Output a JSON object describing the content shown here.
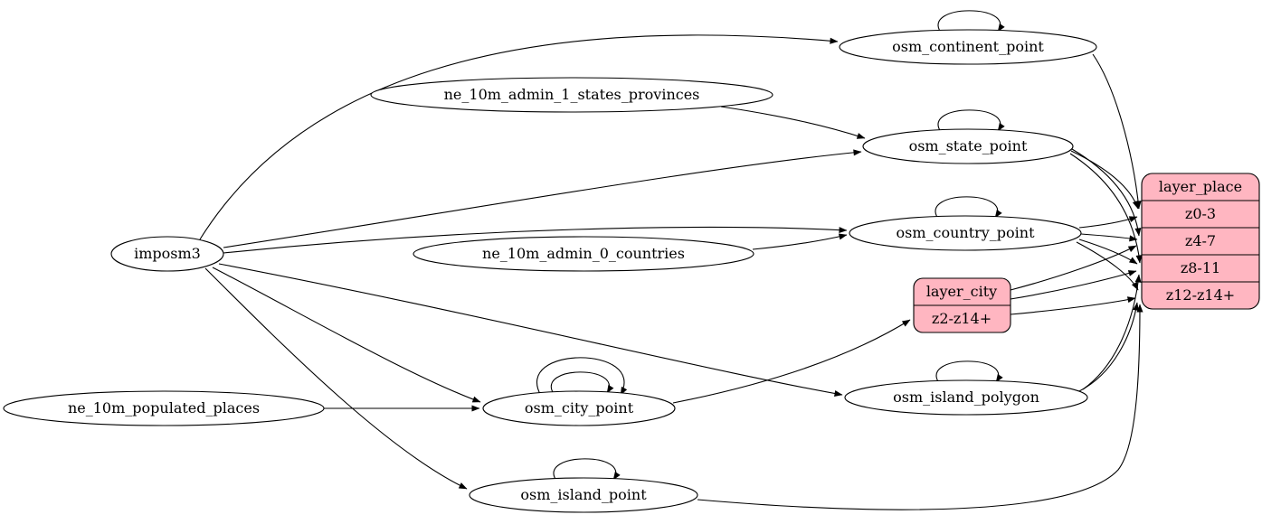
{
  "colors": {
    "node_fill": "#ffffff",
    "record_fill": "#ffb6c1",
    "stroke": "#000000"
  },
  "nodes": {
    "imposm3": {
      "label": "imposm3"
    },
    "ne_10m_admin_1_states_provinces": {
      "label": "ne_10m_admin_1_states_provinces"
    },
    "ne_10m_admin_0_countries": {
      "label": "ne_10m_admin_0_countries"
    },
    "ne_10m_populated_places": {
      "label": "ne_10m_populated_places"
    },
    "osm_continent_point": {
      "label": "osm_continent_point"
    },
    "osm_state_point": {
      "label": "osm_state_point"
    },
    "osm_country_point": {
      "label": "osm_country_point"
    },
    "osm_island_polygon": {
      "label": "osm_island_polygon"
    },
    "osm_city_point": {
      "label": "osm_city_point"
    },
    "osm_island_point": {
      "label": "osm_island_point"
    }
  },
  "records": {
    "layer_place": {
      "title": "layer_place",
      "rows": [
        "z0-3",
        "z4-7",
        "z8-11",
        "z12-z14+"
      ]
    },
    "layer_city": {
      "title": "layer_city",
      "rows": [
        "z2-z14+"
      ]
    }
  },
  "edges": [
    {
      "from": "imposm3",
      "to": "osm_continent_point"
    },
    {
      "from": "imposm3",
      "to": "osm_state_point"
    },
    {
      "from": "imposm3",
      "to": "osm_country_point"
    },
    {
      "from": "imposm3",
      "to": "osm_city_point"
    },
    {
      "from": "imposm3",
      "to": "osm_island_polygon"
    },
    {
      "from": "imposm3",
      "to": "osm_island_point"
    },
    {
      "from": "ne_10m_admin_1_states_provinces",
      "to": "osm_state_point"
    },
    {
      "from": "ne_10m_admin_0_countries",
      "to": "osm_country_point"
    },
    {
      "from": "ne_10m_populated_places",
      "to": "osm_city_point"
    },
    {
      "from": "osm_continent_point",
      "to": "osm_continent_point"
    },
    {
      "from": "osm_state_point",
      "to": "osm_state_point"
    },
    {
      "from": "osm_country_point",
      "to": "osm_country_point"
    },
    {
      "from": "osm_city_point",
      "to": "osm_city_point"
    },
    {
      "from": "osm_city_point",
      "to": "osm_city_point"
    },
    {
      "from": "osm_island_polygon",
      "to": "osm_island_polygon"
    },
    {
      "from": "osm_island_point",
      "to": "osm_island_point"
    },
    {
      "from": "osm_city_point",
      "to": "layer_city:z2-z14+"
    },
    {
      "from": "osm_continent_point",
      "to": "layer_place:z0-3"
    },
    {
      "from": "osm_state_point",
      "to": "layer_place:z0-3"
    },
    {
      "from": "osm_state_point",
      "to": "layer_place:z4-7"
    },
    {
      "from": "osm_state_point",
      "to": "layer_place:z8-11"
    },
    {
      "from": "osm_country_point",
      "to": "layer_place:z0-3"
    },
    {
      "from": "osm_country_point",
      "to": "layer_place:z4-7"
    },
    {
      "from": "osm_country_point",
      "to": "layer_place:z8-11"
    },
    {
      "from": "osm_country_point",
      "to": "layer_place:z12-z14+"
    },
    {
      "from": "layer_city",
      "to": "layer_place:z4-7"
    },
    {
      "from": "layer_city",
      "to": "layer_place:z8-11"
    },
    {
      "from": "layer_city",
      "to": "layer_place:z12-z14+"
    },
    {
      "from": "osm_island_polygon",
      "to": "layer_place:z8-11"
    },
    {
      "from": "osm_island_polygon",
      "to": "layer_place:z12-z14+"
    },
    {
      "from": "osm_island_point",
      "to": "layer_place:z12-z14+"
    }
  ]
}
